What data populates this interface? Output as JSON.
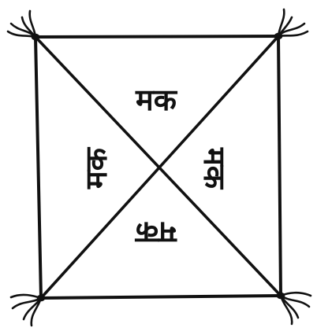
{
  "diagram": {
    "labels": {
      "top": "मक",
      "left": "मक",
      "right": "मक",
      "bottom": "मक"
    },
    "colors": {
      "background": "#ffffff",
      "ink": "#111111"
    }
  }
}
